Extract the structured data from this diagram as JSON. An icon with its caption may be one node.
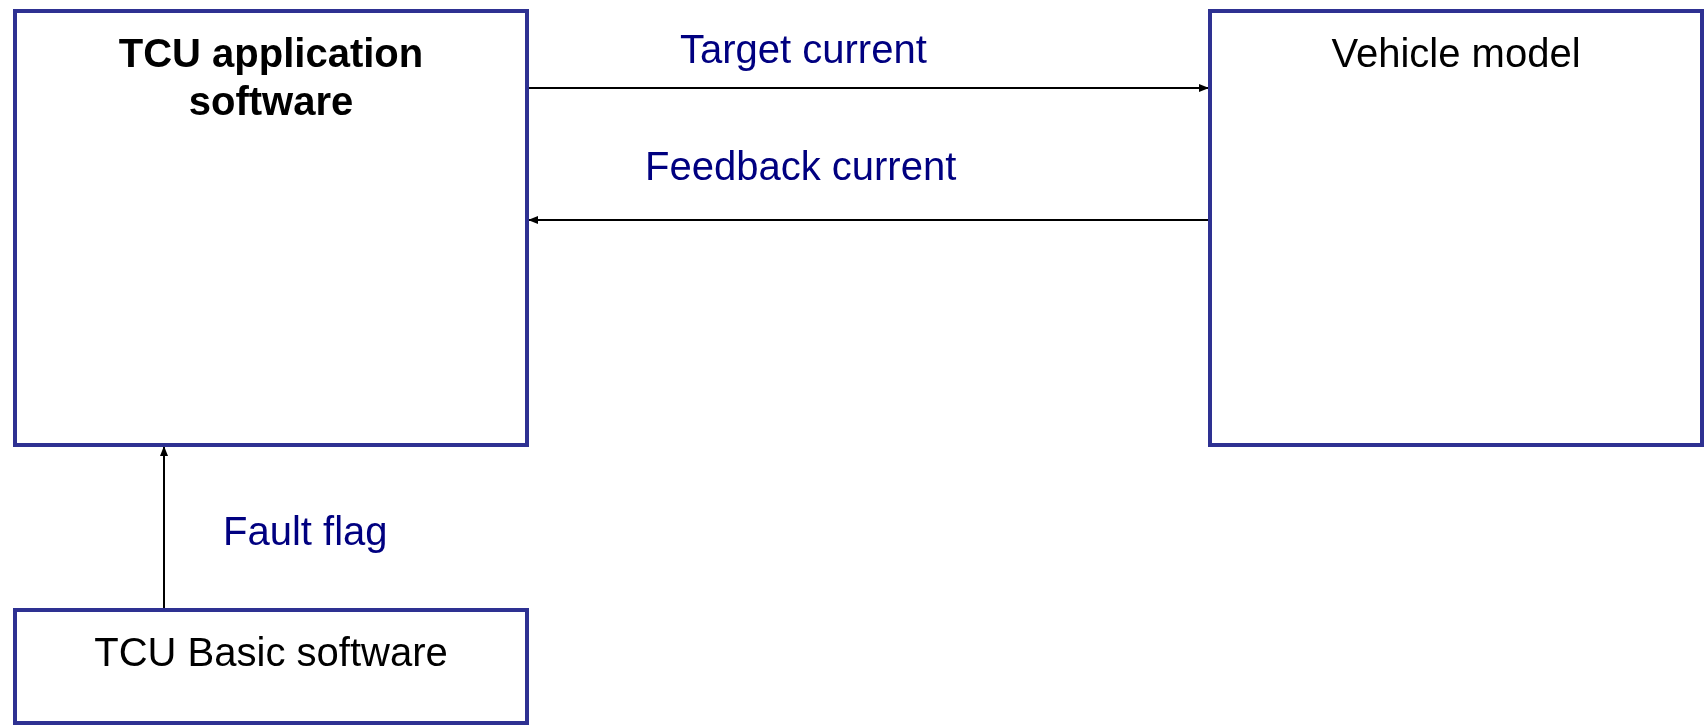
{
  "diagram": {
    "nodes": [
      {
        "text": [
          "TCU application software"
        ]
      },
      {
        "text": [
          "Vehicle model"
        ]
      },
      {
        "text": [
          "TCU Basic software"
        ]
      }
    ],
    "edges": [
      {
        "from": 0,
        "to": 1,
        "arrow": "to",
        "label": "Target current"
      },
      {
        "from": 1,
        "to": 0,
        "arrow": "to",
        "label": "Feedback current"
      },
      {
        "from": 2,
        "to": 0,
        "arrow": "to",
        "label": "Fault flag"
      }
    ]
  }
}
